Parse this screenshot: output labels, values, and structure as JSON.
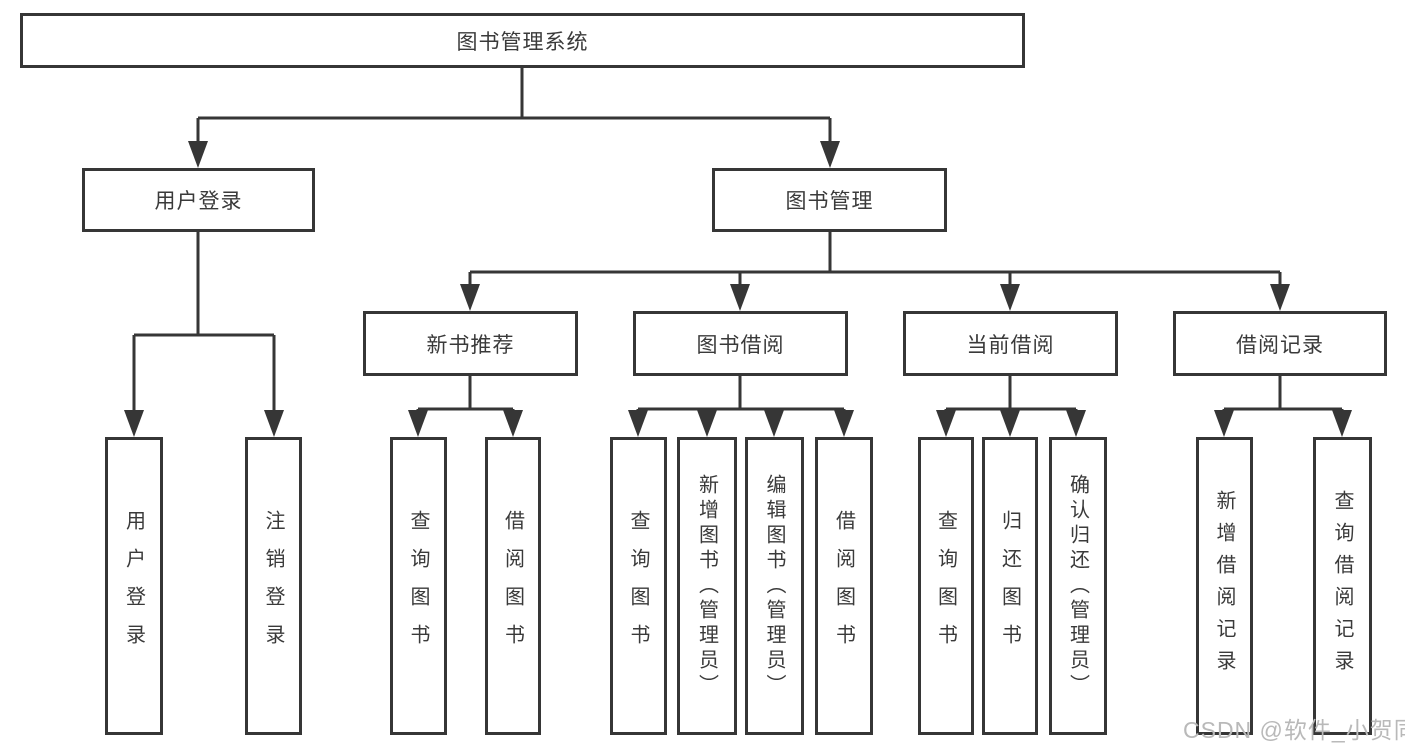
{
  "diagram": {
    "root": {
      "label": "图书管理系统"
    },
    "level2": {
      "userLogin": {
        "label": "用户登录"
      },
      "bookMgmt": {
        "label": "图书管理"
      }
    },
    "level3": {
      "newBookRec": {
        "label": "新书推荐"
      },
      "bookBorrow": {
        "label": "图书借阅"
      },
      "currentBorrow": {
        "label": "当前借阅"
      },
      "borrowRecords": {
        "label": "借阅记录"
      }
    },
    "leaves": {
      "userLoginLeaf": {
        "label": "用户登录"
      },
      "logout": {
        "label": "注销登录"
      },
      "queryBooksRec": {
        "label": "查询图书"
      },
      "borrowBooksRec": {
        "label": "借阅图书"
      },
      "queryBooksBorrow": {
        "label": "查询图书"
      },
      "addBooks": {
        "label": "新增图书（管理员）"
      },
      "editBooks": {
        "label": "编辑图书（管理员）"
      },
      "borrowBooksBorrow": {
        "label": "借阅图书"
      },
      "queryBooksCurrent": {
        "label": "查询图书"
      },
      "returnBooks": {
        "label": "归还图书"
      },
      "confirmReturn": {
        "label": "确认归还（管理员）"
      },
      "addBorrowRecord": {
        "label": "新增借阅记录"
      },
      "queryBorrowRecord": {
        "label": "查询借阅记录"
      }
    }
  },
  "watermark": {
    "text": "CSDN @软件_小贺同学"
  },
  "colors": {
    "line": "#363636",
    "box_border": "#363636",
    "text": "#3a3a3a",
    "watermark": "#b9b9b9",
    "background": "#ffffff"
  }
}
